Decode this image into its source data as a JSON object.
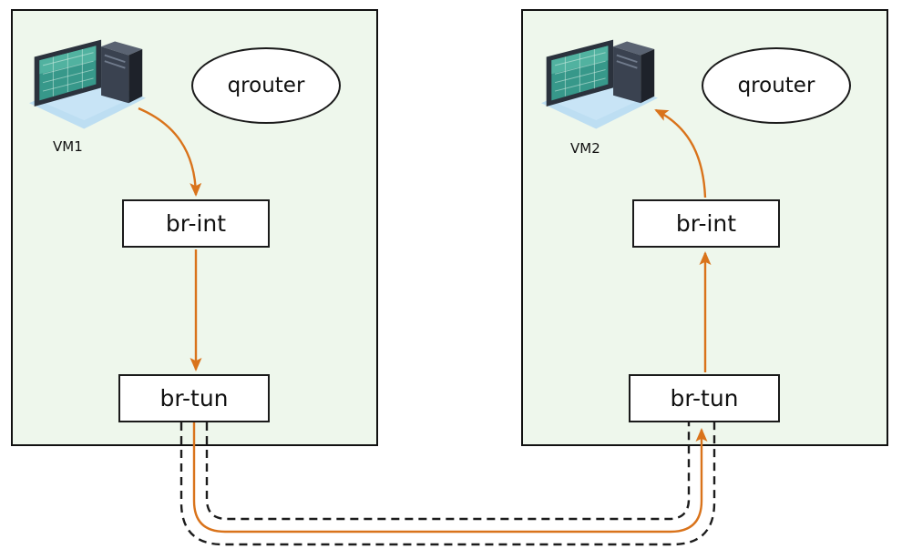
{
  "colors": {
    "arrow": "#d9731b",
    "dashed_tunnel": "#1c1c1c",
    "host_fill": "#eef7ec",
    "host_border": "#111111",
    "node_fill": "#ffffff",
    "node_border": "#1a1a1a"
  },
  "hosts": [
    {
      "vm_label": "VM1",
      "router_label": "qrouter",
      "icon": "computer-icon",
      "bridges": [
        {
          "label": "br-int"
        },
        {
          "label": "br-tun"
        }
      ]
    },
    {
      "vm_label": "VM2",
      "router_label": "qrouter",
      "icon": "computer-icon",
      "bridges": [
        {
          "label": "br-int"
        },
        {
          "label": "br-tun"
        }
      ]
    }
  ]
}
